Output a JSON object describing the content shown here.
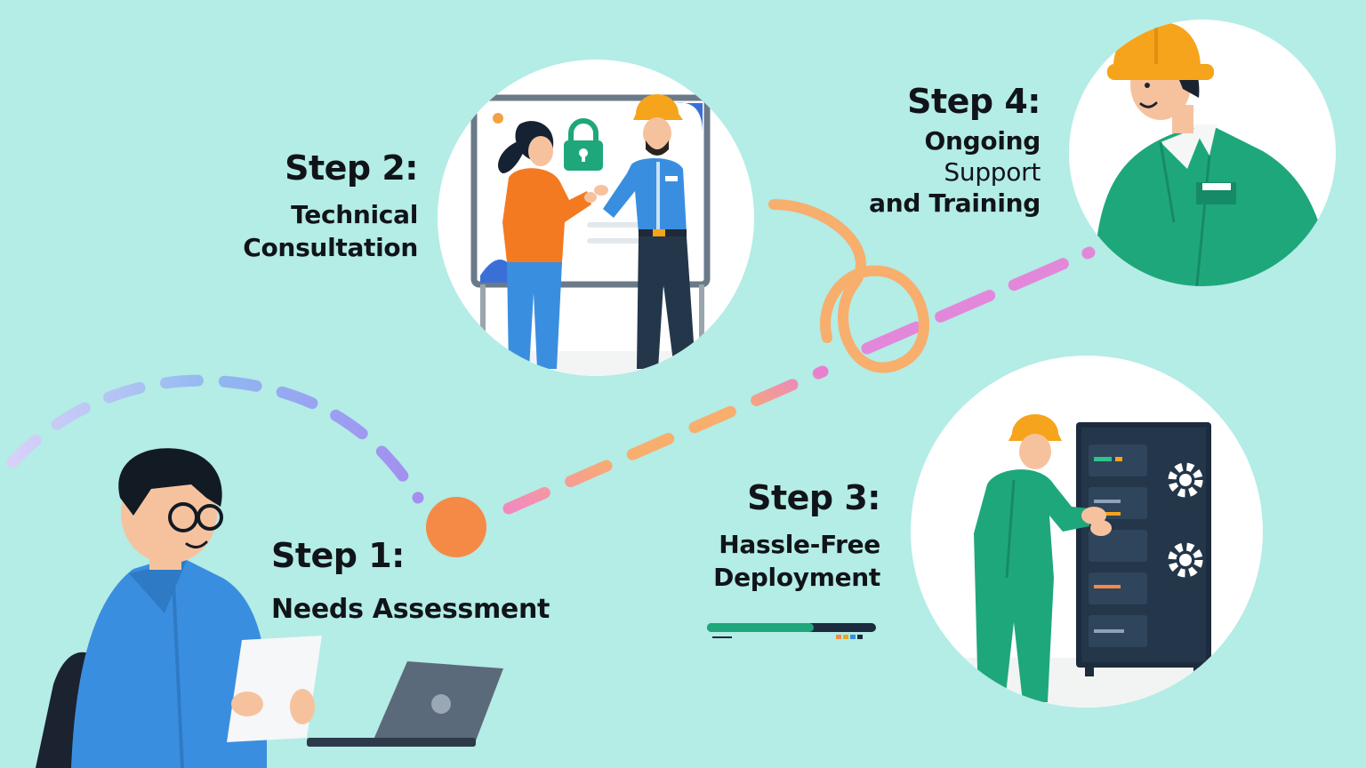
{
  "steps": [
    {
      "heading": "Step 1:",
      "lines": [
        "Needs Assessment"
      ]
    },
    {
      "heading": "Step 2:",
      "lines": [
        "Technical",
        "Consultation"
      ]
    },
    {
      "heading": "Step 3:",
      "lines": [
        "Hassle-Free",
        "Deployment"
      ]
    },
    {
      "heading": "Step 4:",
      "lines": [
        "Ongoing",
        "Support",
        "and Training"
      ]
    }
  ],
  "colors": {
    "background": "#b4ece6",
    "path_purple": "#a99df0",
    "path_orange": "#f8ae6c",
    "path_pink": "#ef83c8",
    "marker": "#f58a47",
    "shirt_blue": "#3a8ee0",
    "uniform_green": "#1fa77c",
    "helmet": "#f5a41c",
    "dark": "#16222e"
  },
  "icons": [
    "padlock-icon",
    "gear-icon",
    "laptop-icon",
    "server-rack-icon",
    "hard-hat-icon"
  ]
}
